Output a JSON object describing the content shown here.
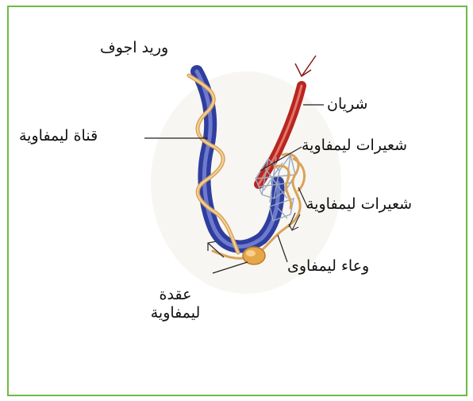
{
  "labels": {
    "vena_cava": "وريد اجوف",
    "lymph_duct": "قناة ليمفاوية",
    "artery": "شريان",
    "lymph_capillaries_1": "شعيرات ليمفاوية",
    "lymph_capillaries_2": "شعيرات  ليمفاوية",
    "lymph_vessel": "وعاء ليمفاوى",
    "lymph_node_line1": "عقدة",
    "lymph_node_line2": "ليمفاوية"
  },
  "colors": {
    "frame": "#6dbb45",
    "vein": "#3b4fb0",
    "artery": "#c8302a",
    "lymph": "#e0b070",
    "capillary_net": "#a8b6c8",
    "arrow": "#8b1a1a"
  }
}
